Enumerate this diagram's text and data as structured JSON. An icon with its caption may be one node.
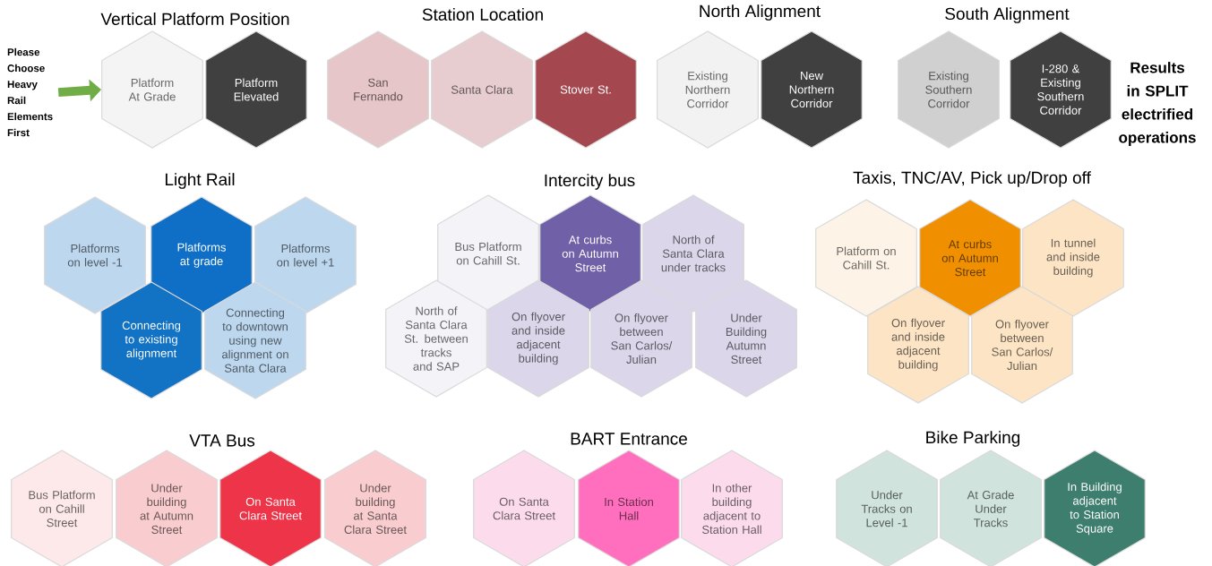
{
  "diagram": {
    "nodes": [
      {
        "text": [
          "Please Choose Heavy Rail Elements First"
        ]
      },
      {
        "text": [
          "Platform At Grade"
        ]
      },
      {
        "text": [
          "Platform Elevated"
        ]
      },
      {
        "text": [
          "San Fernando"
        ]
      },
      {
        "text": [
          "Santa Clara"
        ]
      },
      {
        "text": [
          "Stover St."
        ]
      },
      {
        "text": [
          "Existing Northern Corridor"
        ]
      },
      {
        "text": [
          "New Northern Corridor"
        ]
      },
      {
        "text": [
          "Existing Southern Corridor"
        ]
      },
      {
        "text": [
          "I-280 & Existing Southern Corridor"
        ]
      },
      {
        "text": [
          "Platforms on level -1"
        ]
      },
      {
        "text": [
          "Platforms at grade"
        ]
      },
      {
        "text": [
          "Platforms on level +1"
        ]
      },
      {
        "text": [
          "Connecting to existing alignment"
        ]
      },
      {
        "text": [
          "Connecting to downtown using new alignment on Santa Clara"
        ]
      },
      {
        "text": [
          "Bus Platform on Cahill St."
        ]
      },
      {
        "text": [
          "At curbs on Autumn Street"
        ]
      },
      {
        "text": [
          "North of Santa Clara under tracks"
        ]
      },
      {
        "text": [
          "North of Santa Clara St. between tracks and SAP"
        ]
      },
      {
        "text": [
          "On flyover and inside adjacent building"
        ]
      },
      {
        "text": [
          "On flyover between San Carlos/ Julian"
        ]
      },
      {
        "text": [
          "Under Building Autumn Street"
        ]
      },
      {
        "text": [
          "Platform on Cahill St."
        ]
      },
      {
        "text": [
          "At curbs on Autumn Street"
        ]
      },
      {
        "text": [
          "In tunnel and inside building"
        ]
      },
      {
        "text": [
          "On flyover and inside adjacent building"
        ]
      },
      {
        "text": [
          "On flyover between San Carlos/ Julian"
        ]
      },
      {
        "text": [
          "Bus Platform on Cahill Street"
        ]
      },
      {
        "text": [
          "Under building at Autumn Street"
        ]
      },
      {
        "text": [
          "On Santa Clara Street"
        ]
      },
      {
        "text": [
          "Under building at Santa Clara Street"
        ]
      },
      {
        "text": [
          "On Santa Clara Street"
        ]
      },
      {
        "text": [
          "In Station Hall"
        ]
      },
      {
        "text": [
          "In other building adjacent to Station Hall"
        ]
      },
      {
        "text": [
          "Under Tracks on Level -1"
        ]
      },
      {
        "text": [
          "At Grade Under Tracks"
        ]
      },
      {
        "text": [
          "In Building adjacent to Station Square"
        ]
      }
    ],
    "edges": [
      {
        "from": 0,
        "to": 1,
        "arrow": "to",
        "color": "#70ad47"
      }
    ],
    "labels": [
      "Vertical Platform Position",
      "Station Location",
      "North Alignment",
      "South Alignment",
      "Results in SPLIT electrified operations",
      "Light Rail",
      "Intercity bus",
      "Taxis, TNC/AV, Pick up/Drop off",
      "VTA Bus",
      "BART Entrance",
      "Bike Parking"
    ]
  }
}
